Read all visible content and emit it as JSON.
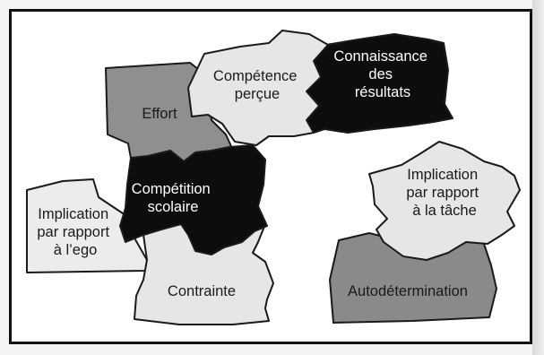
{
  "pieces": [
    {
      "id": "effort",
      "lines": [
        "Effort"
      ],
      "fill": "#8f8f8f",
      "text_color": "#1a1a1a"
    },
    {
      "id": "competence",
      "lines": [
        "Compétence",
        "perçue"
      ],
      "fill": "#e6e6e6",
      "text_color": "#1a1a1a"
    },
    {
      "id": "connaissance",
      "lines": [
        "Connaissance",
        "des",
        "résultats"
      ],
      "fill": "#0d0d0d",
      "text_color": "#ffffff"
    },
    {
      "id": "competition",
      "lines": [
        "Compétition",
        "scolaire"
      ],
      "fill": "#0d0d0d",
      "text_color": "#ffffff"
    },
    {
      "id": "ego",
      "lines": [
        "Implication",
        "par rapport",
        "à l’ego"
      ],
      "fill": "#ececec",
      "text_color": "#1a1a1a"
    },
    {
      "id": "contrainte",
      "lines": [
        "Contrainte"
      ],
      "fill": "#e6e6e6",
      "text_color": "#1a1a1a"
    },
    {
      "id": "tache",
      "lines": [
        "Implication",
        "par rapport",
        "à la tâche"
      ],
      "fill": "#e6e6e6",
      "text_color": "#1a1a1a"
    },
    {
      "id": "autodetermination",
      "lines": [
        "Autodétermination"
      ],
      "fill": "#8a8a8a",
      "text_color": "#1a1a1a"
    }
  ]
}
